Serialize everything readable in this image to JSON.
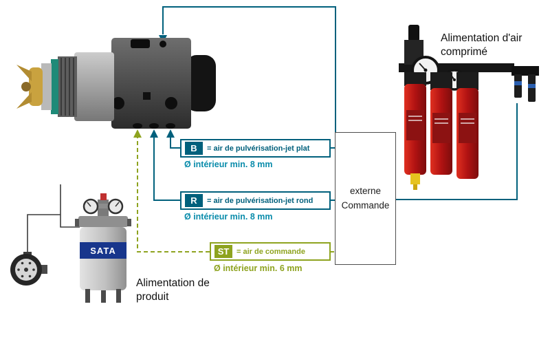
{
  "titles": {
    "air_supply": "Alimentation d'air comprimé",
    "product_supply": "Alimentation de produit"
  },
  "externe": {
    "line1": "externe",
    "line2": "Commande"
  },
  "connections": [
    {
      "key": "B",
      "label": "= air de pulvérisation-jet plat",
      "note": "Ø intérieur min. 8 mm",
      "color": "#00607c"
    },
    {
      "key": "R",
      "label": "= air de pulvérisation-jet rond",
      "note": "Ø intérieur min. 8 mm",
      "color": "#00607c"
    },
    {
      "key": "ST",
      "label": "= air de commande",
      "note": "Ø intérieur min. 6 mm",
      "color": "#8ea31f"
    }
  ],
  "product_supply": {
    "brand": "SATA"
  },
  "colors": {
    "teal": "#00607c",
    "teal_note": "#0a8cab",
    "olive": "#8ea31f",
    "product_line": "#3c3c3c"
  }
}
